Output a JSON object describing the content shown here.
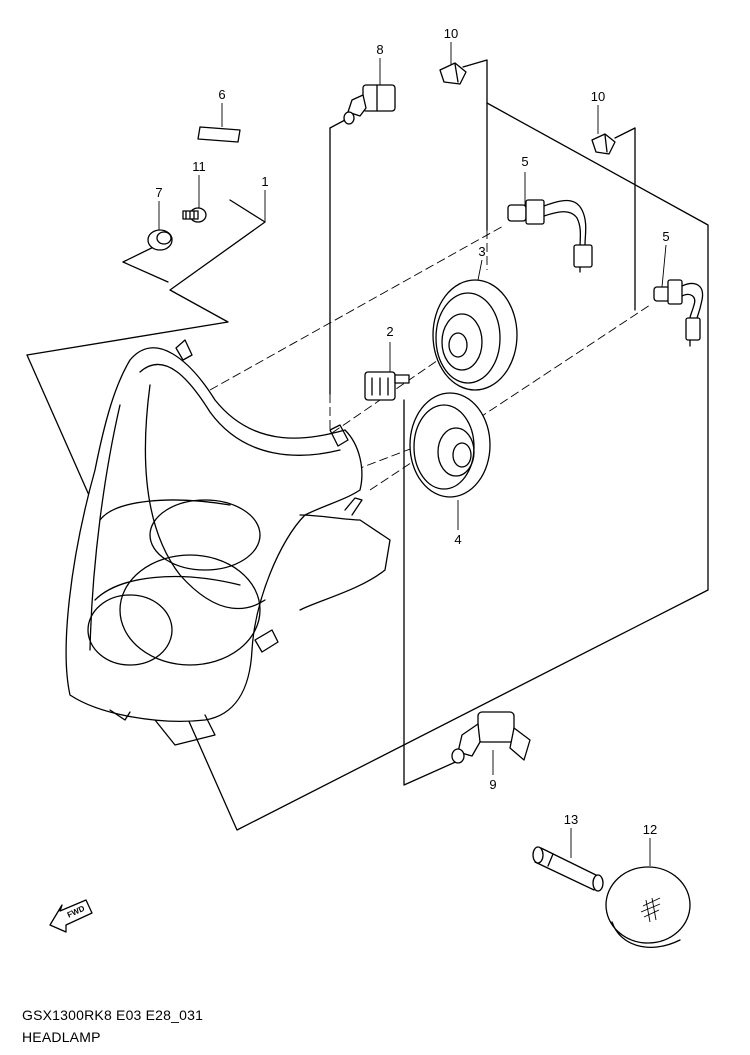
{
  "diagram": {
    "code": "GSX1300RK8 E03 E28_031",
    "title": "HEADLAMP",
    "fwd_label": "FWD",
    "callouts": [
      {
        "id": "c1",
        "label": "1"
      },
      {
        "id": "c2",
        "label": "2"
      },
      {
        "id": "c3",
        "label": "3"
      },
      {
        "id": "c4",
        "label": "4"
      },
      {
        "id": "c5a",
        "label": "5"
      },
      {
        "id": "c5b",
        "label": "5"
      },
      {
        "id": "c6",
        "label": "6"
      },
      {
        "id": "c7",
        "label": "7"
      },
      {
        "id": "c8",
        "label": "8"
      },
      {
        "id": "c9",
        "label": "9"
      },
      {
        "id": "c10a",
        "label": "10"
      },
      {
        "id": "c10b",
        "label": "10"
      },
      {
        "id": "c11",
        "label": "11"
      },
      {
        "id": "c12",
        "label": "12"
      },
      {
        "id": "c13",
        "label": "13"
      }
    ]
  }
}
